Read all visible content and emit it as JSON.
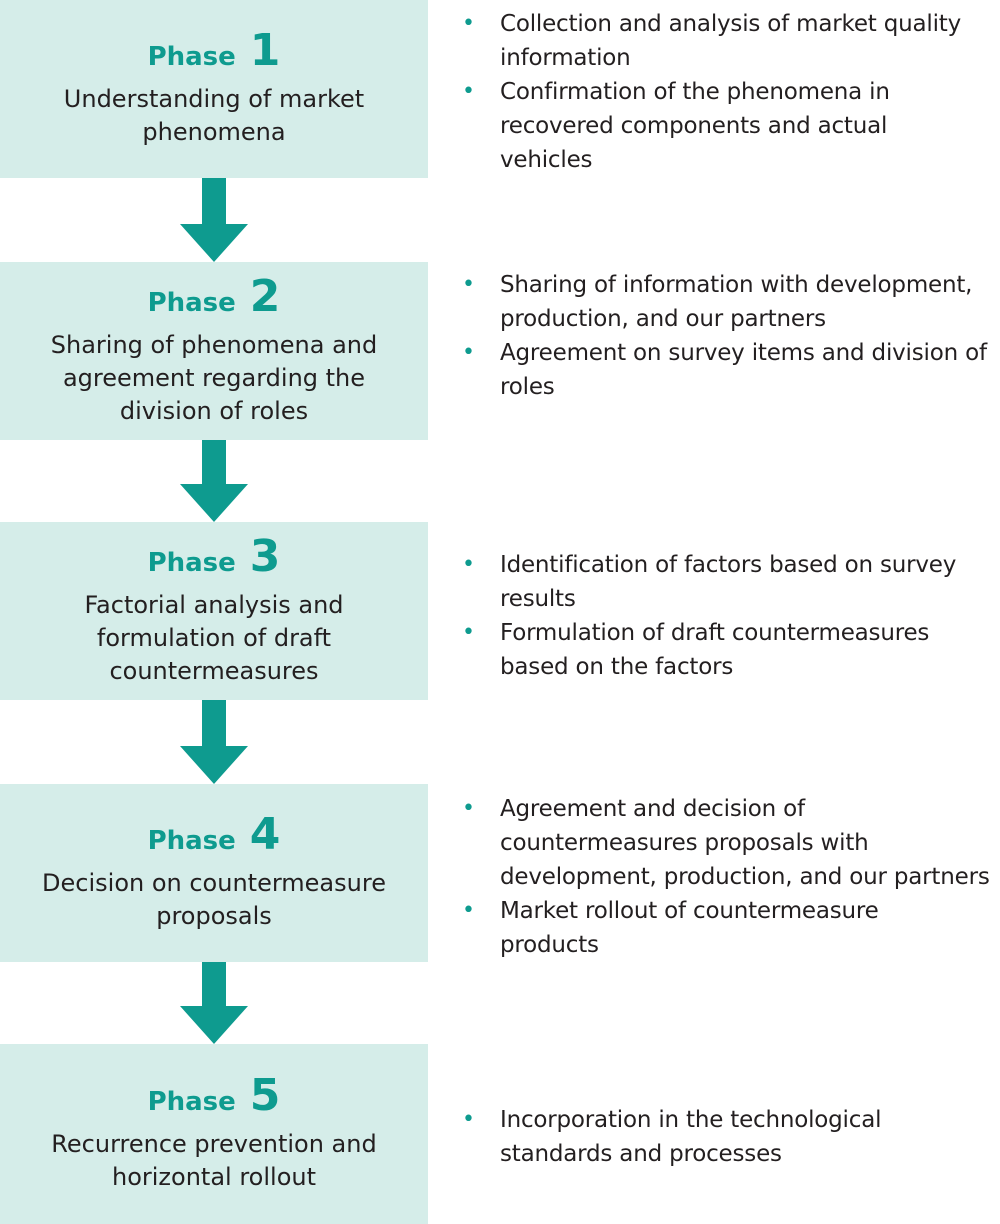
{
  "colors": {
    "accent": "#0e9b8f",
    "box_fill": "#d5ede9",
    "text": "#231f20"
  },
  "phases": [
    {
      "label": "Phase",
      "number": "1",
      "description": "Understanding of market phenomena",
      "bullets": [
        "Collection and analysis of market quality information",
        "Confirmation of the phenomena in recovered components and actual vehicles"
      ]
    },
    {
      "label": "Phase",
      "number": "2",
      "description": "Sharing of phenomena and agreement regarding the division of roles",
      "bullets": [
        "Sharing of information with development, production, and our partners",
        "Agreement on survey items and division of roles"
      ]
    },
    {
      "label": "Phase",
      "number": "3",
      "description": "Factorial analysis and formulation of draft countermeasures",
      "bullets": [
        "Identification of factors based on survey results",
        "Formulation of draft countermeasures based on the factors"
      ]
    },
    {
      "label": "Phase",
      "number": "4",
      "description": "Decision on countermeasure proposals",
      "bullets": [
        "Agreement and decision of countermeasures proposals with development, production, and our partners",
        "Market rollout of countermeasure products"
      ]
    },
    {
      "label": "Phase",
      "number": "5",
      "description": "Recurrence prevention and horizontal rollout",
      "bullets": [
        "Incorporation in the technological standards and processes"
      ]
    }
  ]
}
